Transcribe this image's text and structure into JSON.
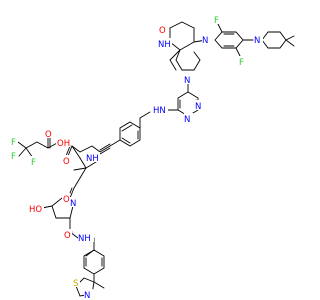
{
  "diagram": {
    "type": "chemical-structure",
    "colors": {
      "bond": "#000000",
      "O": "#ff0000",
      "N": "#0000ff",
      "F": "#33cc33",
      "S": "#ccaa00"
    },
    "atom_labels": {
      "F": "F",
      "O": "O",
      "N": "N",
      "NH": "NH",
      "HN": "HN",
      "HO": "HO",
      "OH": "OH",
      "S": "S"
    }
  }
}
